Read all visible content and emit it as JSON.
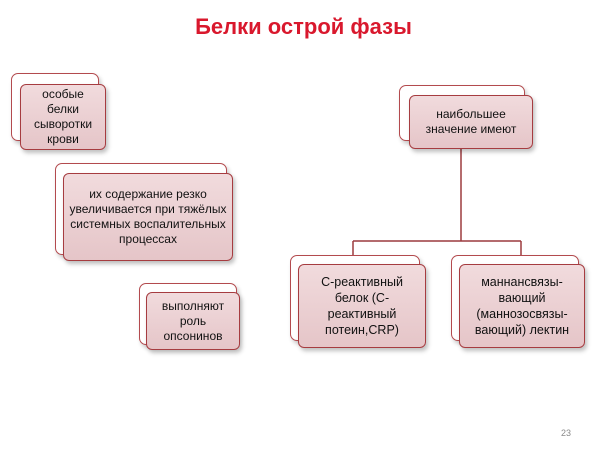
{
  "title": "Белки острой фазы",
  "boxes": {
    "serum": "особые белки сыворотки крови",
    "increase": "их содержание резко увеличивается при тяжёлых системных воспалительных процессах",
    "opsonin": "выполняют роль опсонинов",
    "greatest": "наибольшее значение имеют",
    "crp": "С-реактивный белок (С-реактивный потеин,CRP)",
    "mbl": "маннансвязы-вающий (маннозосвязы-вающий) лектин"
  },
  "page_number": "23",
  "colors": {
    "title": "#d9182d",
    "box_border": "#a63c40",
    "box_fill": "#eed3d6",
    "connector": "#9c3a3e"
  }
}
